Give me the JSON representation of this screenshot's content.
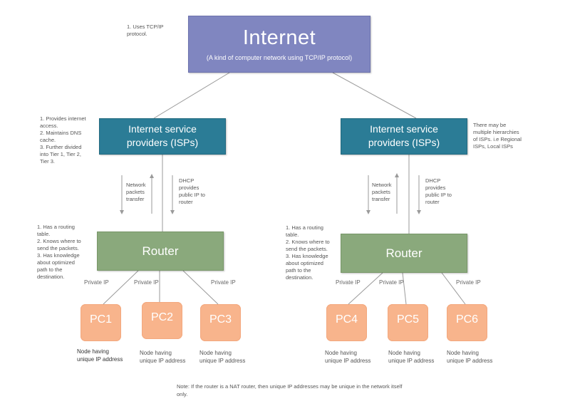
{
  "internet": {
    "title": "Internet",
    "subtitle": "(A kind of computer network using TCP/IP protocol)",
    "note": "1. Uses TCP/IP\nprotocol."
  },
  "isps": [
    {
      "label": "Internet service\nproviders (ISPs)"
    },
    {
      "label": "Internet service\nproviders (ISPs)"
    }
  ],
  "isp_notes": {
    "left": "1. Provides internet\naccess.\n2. Maintains DNS\ncache.\n3. Further divided\ninto Tier 1, Tier 2,\nTier 3.",
    "right": "There may be\nmultiple hierarchies\nof ISPs. i.e Regional\nISPs, Local ISPs"
  },
  "link_labels": {
    "packets": "Network\npackets\ntransfer",
    "dhcp": "DHCP\nprovides\npublic IP to\nrouter"
  },
  "routers": [
    {
      "label": "Router"
    },
    {
      "label": "Router"
    }
  ],
  "router_note": "1. Has a routing\ntable.\n2. Knows where to\nsend the packets.\n3. Has knowledge\nabout optimized\npath to the\ndestination.",
  "private_ip_label": "Private IP",
  "pcs": [
    "PC1",
    "PC2",
    "PC3",
    "PC4",
    "PC5",
    "PC6"
  ],
  "node_label": "Node having\nunique IP address",
  "footnote": "Note: If the router is a NAT router, then unique IP addresses may be unique in the network itself only.",
  "colors": {
    "internet": "#8086c0",
    "isp": "#2b7c96",
    "router": "#8aa97c",
    "pc": "#f8b48c",
    "connector": "#9a9a9a"
  }
}
